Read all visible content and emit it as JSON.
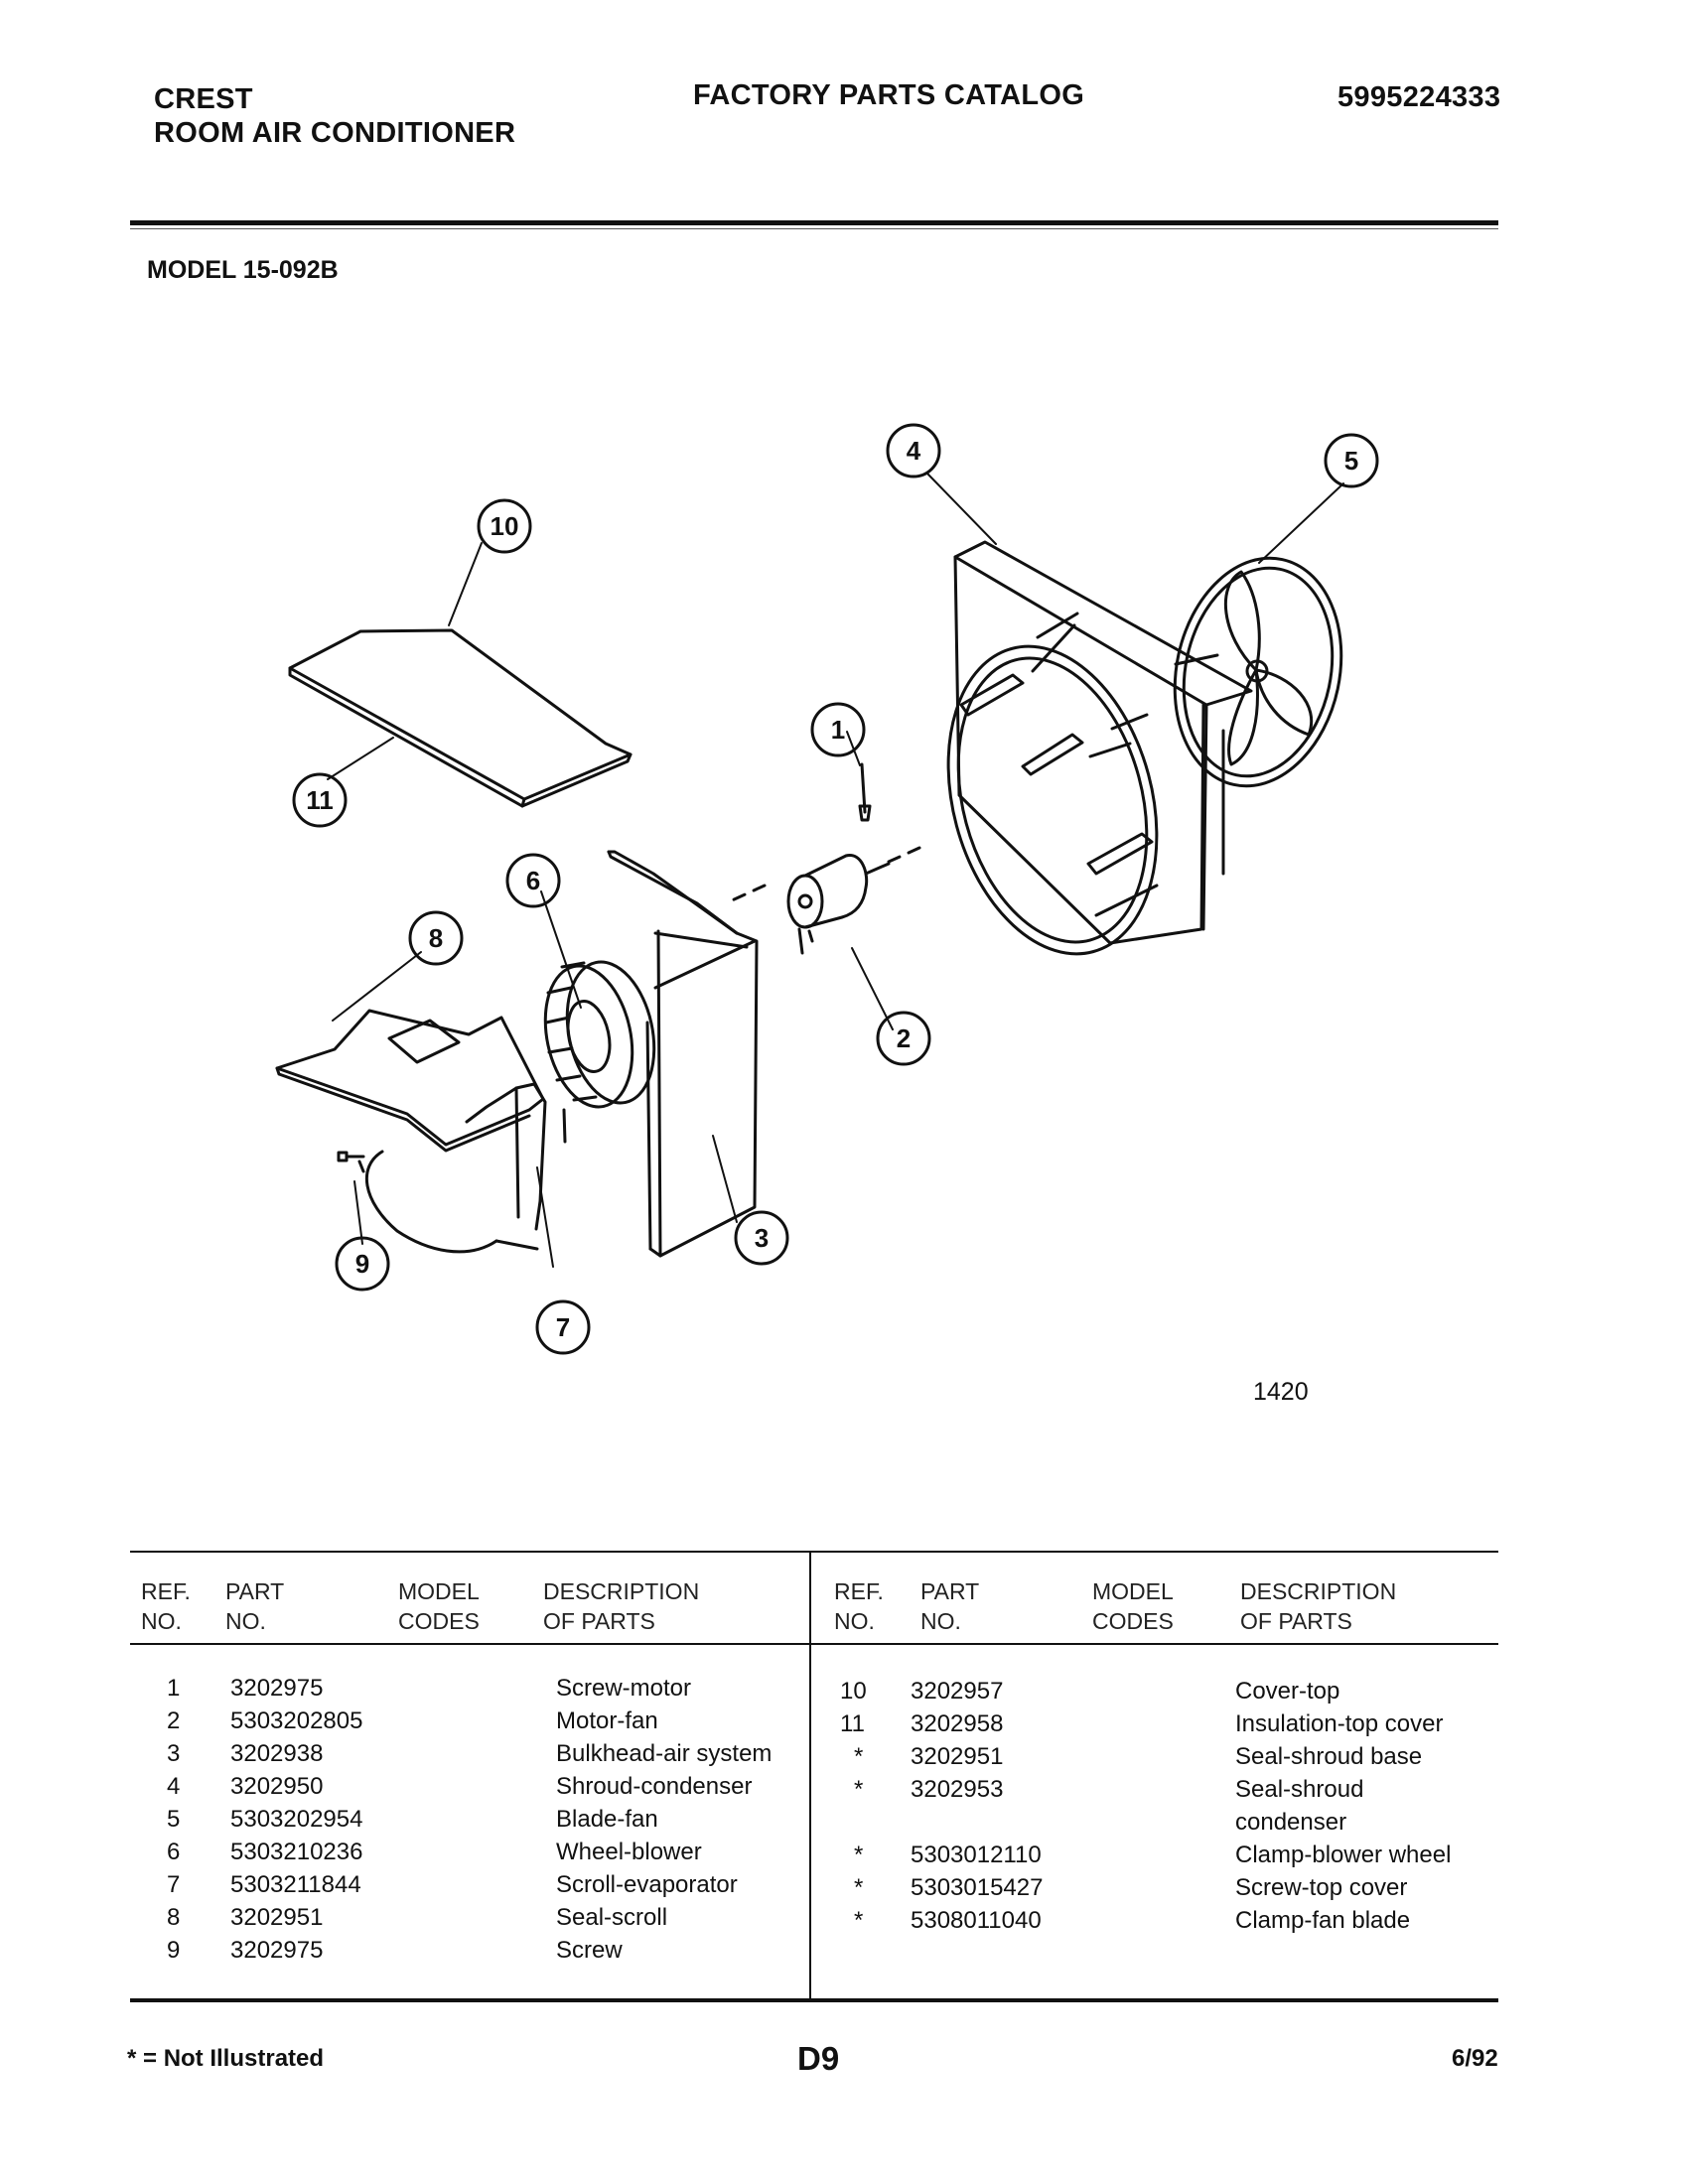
{
  "header": {
    "brand": "CREST",
    "product": "ROOM AIR CONDITIONER",
    "catalog_title": "FACTORY PARTS CATALOG",
    "catalog_number": "5995224333"
  },
  "model": "MODEL 15-092B",
  "diagram": {
    "callouts": [
      "1",
      "2",
      "3",
      "4",
      "5",
      "6",
      "7",
      "8",
      "9",
      "10",
      "11"
    ],
    "figure_number": "1420"
  },
  "table": {
    "headers": {
      "ref": "REF.\nNO.",
      "part": "PART\nNO.",
      "codes": "MODEL\nCODES",
      "desc": "DESCRIPTION\nOF PARTS"
    },
    "left_rows": [
      {
        "ref": "1",
        "part": "3202975",
        "desc": "Screw-motor"
      },
      {
        "ref": "2",
        "part": "5303202805",
        "desc": "Motor-fan"
      },
      {
        "ref": "3",
        "part": "3202938",
        "desc": "Bulkhead-air system"
      },
      {
        "ref": "4",
        "part": "3202950",
        "desc": "Shroud-condenser"
      },
      {
        "ref": "5",
        "part": "5303202954",
        "desc": "Blade-fan"
      },
      {
        "ref": "6",
        "part": "5303210236",
        "desc": "Wheel-blower"
      },
      {
        "ref": "7",
        "part": "5303211844",
        "desc": "Scroll-evaporator"
      },
      {
        "ref": "8",
        "part": "3202951",
        "desc": "Seal-scroll"
      },
      {
        "ref": "9",
        "part": "3202975",
        "desc": "Screw"
      }
    ],
    "right_rows": [
      {
        "ref": "10",
        "part": "3202957",
        "desc": "Cover-top"
      },
      {
        "ref": "11",
        "part": "3202958",
        "desc": "Insulation-top cover"
      },
      {
        "ref": "*",
        "part": "3202951",
        "desc": "Seal-shroud base"
      },
      {
        "ref": "*",
        "part": "3202953",
        "desc": "Seal-shroud",
        "desc2": "condenser"
      },
      {
        "ref": "*",
        "part": "5303012110",
        "desc": "Clamp-blower wheel"
      },
      {
        "ref": "*",
        "part": "5303015427",
        "desc": "Screw-top cover"
      },
      {
        "ref": "*",
        "part": "5308011040",
        "desc": "Clamp-fan blade"
      }
    ]
  },
  "footer": {
    "note": "* = Not Illustrated",
    "page": "D9",
    "date": "6/92"
  }
}
